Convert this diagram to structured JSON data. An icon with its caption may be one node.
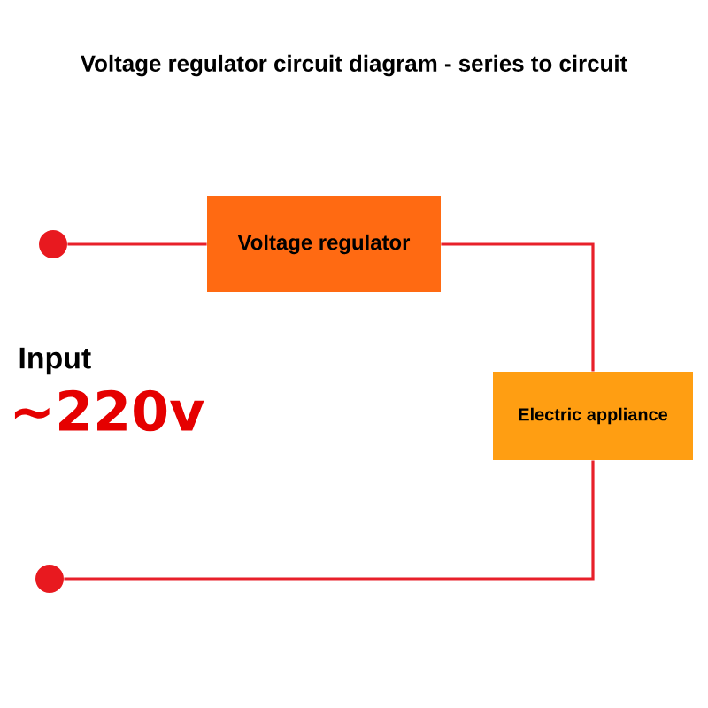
{
  "diagram": {
    "title": "Voltage regulator circuit diagram - series to circuit",
    "nodes": [
      {
        "text": [],
        "shape": "circle"
      },
      {
        "text": [
          "Voltage regulator"
        ]
      },
      {
        "text": [
          "Electric appliance"
        ]
      },
      {
        "text": [],
        "shape": "circle"
      }
    ],
    "edges": [
      {
        "from": 0,
        "to": 1,
        "arrow": "none"
      },
      {
        "from": 1,
        "to": 2,
        "arrow": "none"
      },
      {
        "from": 2,
        "to": 3,
        "arrow": "none"
      }
    ],
    "labels": [
      "Input",
      "~220v"
    ]
  }
}
